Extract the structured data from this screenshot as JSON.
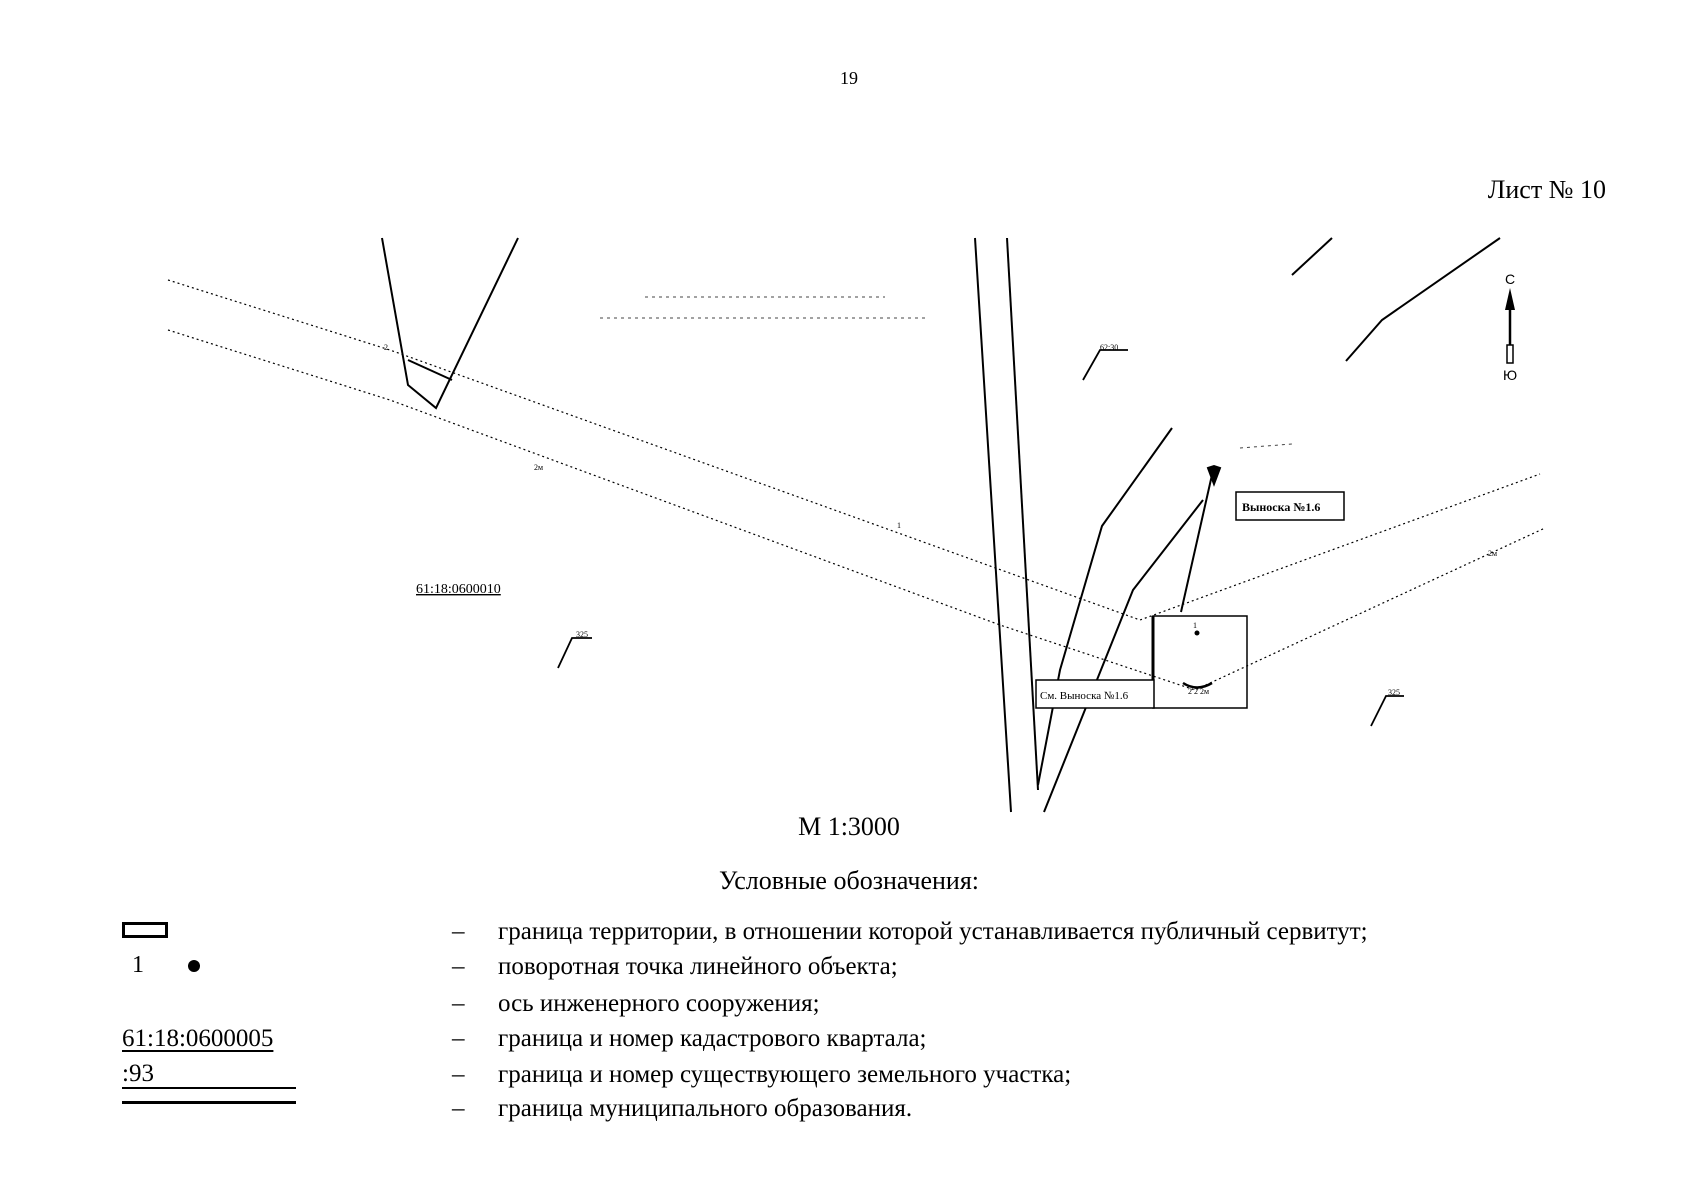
{
  "page_number": "19",
  "sheet_label": "Лист № 10",
  "map": {
    "cadastral_quarter": "61:18:0600010",
    "callout_1": "Выноска №1.6",
    "callout_2": "См. Выноска №1.6",
    "north_label": "С",
    "south_label": "Ю"
  },
  "scale_label": "М 1:3000",
  "legend": {
    "title": "Условные обозначения:",
    "items": [
      {
        "symbol_text": "",
        "dash": "–",
        "text": "граница территории, в отношении которой устанавливается публичный сервитут;"
      },
      {
        "symbol_text": "1",
        "dash": "–",
        "text": "поворотная точка линейного объекта;"
      },
      {
        "symbol_text": "",
        "dash": "–",
        "text": "ось инженерного сооружения;"
      },
      {
        "symbol_text": "61:18:0600005",
        "dash": "–",
        "text": "граница и номер кадастрового квартала;"
      },
      {
        "symbol_text": ":93",
        "dash": "–",
        "text": "граница и номер существующего земельного участка;"
      },
      {
        "symbol_text": "",
        "dash": "–",
        "text": "граница муниципального образования."
      }
    ]
  }
}
